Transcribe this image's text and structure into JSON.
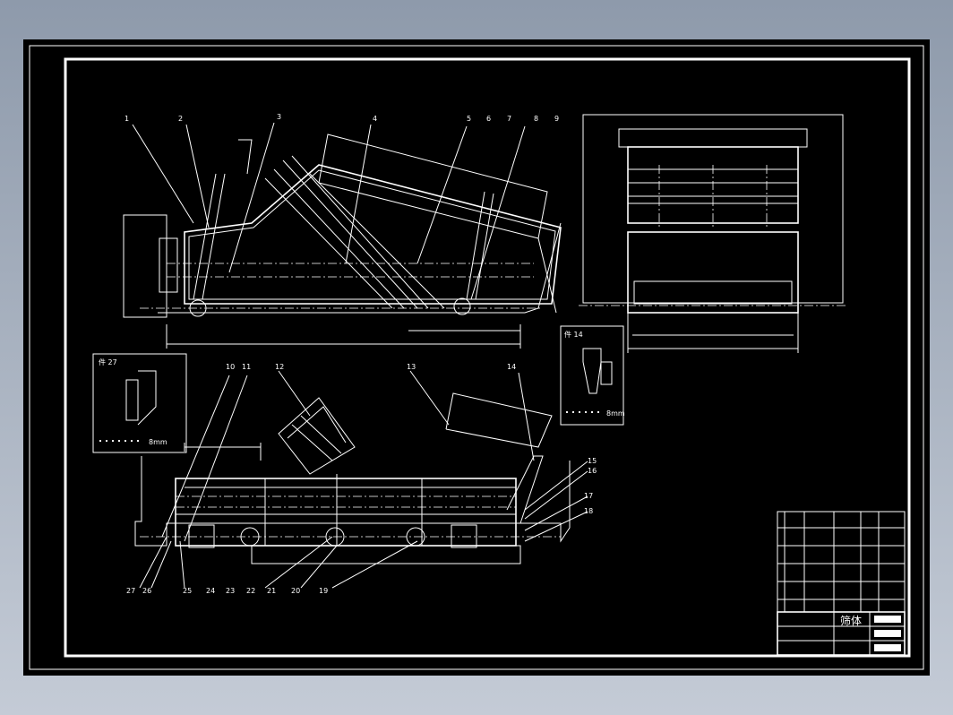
{
  "balloons": {
    "top_row": [
      "1",
      "2",
      "3",
      "4",
      "5",
      "6",
      "7",
      "8",
      "9"
    ],
    "bottom_top_row": [
      "10",
      "11",
      "12",
      "13",
      "14"
    ],
    "right_col": [
      "15",
      "16",
      "17",
      "18"
    ],
    "bottom_row": [
      "19",
      "20",
      "21",
      "22",
      "23",
      "24",
      "25",
      "26",
      "27"
    ]
  },
  "detail_a": {
    "title": "件 27",
    "scale": "8mm"
  },
  "detail_b": {
    "title": "件 14",
    "scale": "8mm"
  },
  "title_block": {
    "part_name": "筛体"
  }
}
